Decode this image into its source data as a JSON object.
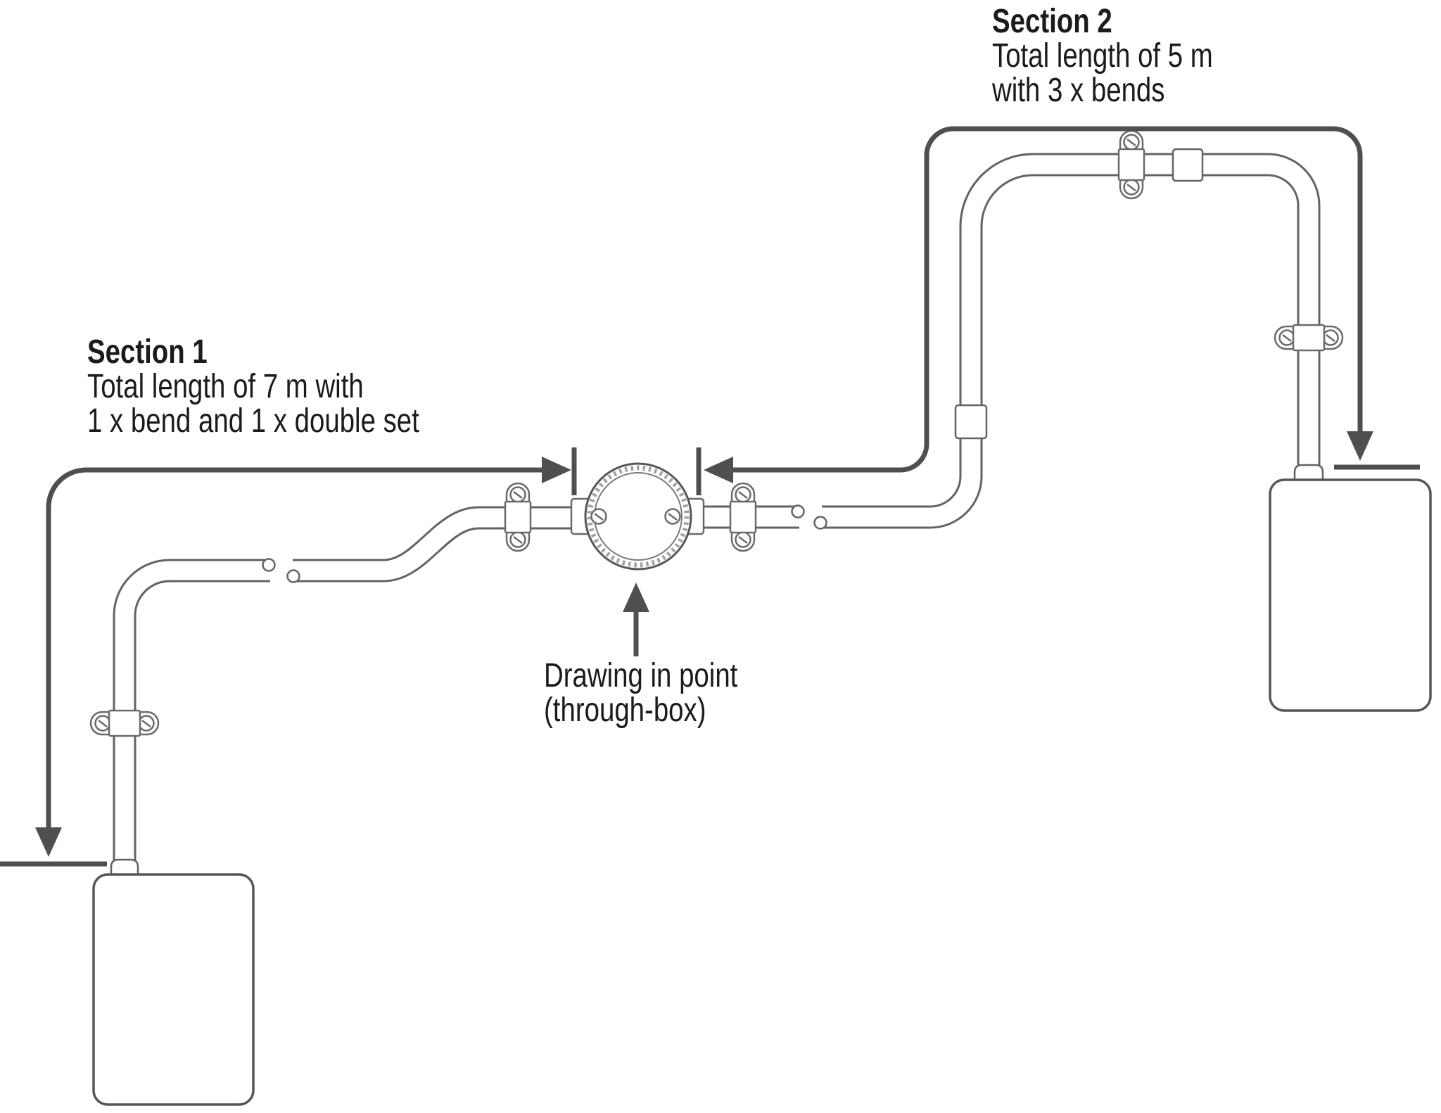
{
  "colors": {
    "background": "#ffffff",
    "measure_line": "#4f4f4f",
    "tube_line": "#636363",
    "component_line": "#575757",
    "text": "#1b1b1b"
  },
  "labels": {
    "section1": {
      "title": "Section 1",
      "line1": "Total length of 7 m with",
      "line2": "1 x bend and 1 x double set"
    },
    "section2": {
      "title": "Section 2",
      "line1": "Total length of 5 m",
      "line2": "with 3 x bends"
    },
    "callout": {
      "line1": "Drawing in point",
      "line2": "(through-box)"
    }
  }
}
